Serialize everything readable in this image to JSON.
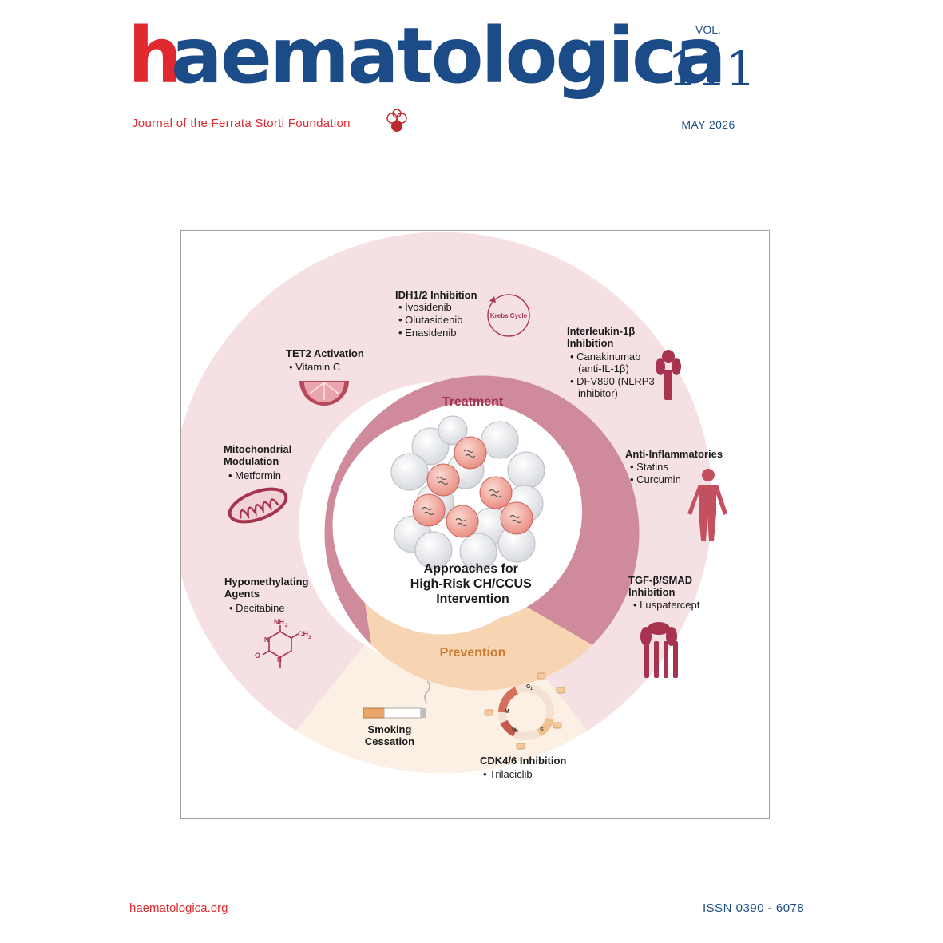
{
  "masthead": {
    "logo_initial": "h",
    "logo_rest": "aematologica",
    "subtitle": "Journal of the Ferrata Storti Foundation",
    "vol_label": "VOL.",
    "vol_number": "111",
    "date": "MAY 2026"
  },
  "diagram": {
    "center_title": [
      "Approaches for",
      "High-Risk CH/CCUS",
      "Intervention"
    ],
    "ring_treatment": "Treatment",
    "ring_prevention": "Prevention",
    "krebs_label": "Krebs Cycle",
    "colors": {
      "treatment_ring": "#cf8a9b",
      "outer_ring": "#f5e1e4",
      "prevention_ring": "#f7d4b2",
      "prevention_outer": "#fcefe3",
      "icon": "#a8334f"
    },
    "treatment_items": [
      {
        "title": [
          "IDH1/2 Inhibition"
        ],
        "items": [
          "Ivosidenib",
          "Olutasidenib",
          "Enasidenib"
        ],
        "icon": "krebs-cycle-icon"
      },
      {
        "title": [
          "Interleukin-1β",
          "Inhibition"
        ],
        "items": [
          "Canakinumab",
          "(anti-IL-1β)",
          "DFV890 (NLRP3",
          "inhibitor)"
        ],
        "icon": "receptor-icon"
      },
      {
        "title": [
          "Anti-Inflammatories"
        ],
        "items": [
          "Statins",
          "Curcumin"
        ],
        "icon": "human-body-icon"
      },
      {
        "title": [
          "TGF-β/SMAD",
          "Inhibition"
        ],
        "items": [
          "Luspatercept"
        ],
        "icon": "tgf-receptor-icon"
      },
      {
        "title": [
          "TET2 Activation"
        ],
        "items": [
          "Vitamin C"
        ],
        "icon": "citrus-slice-icon"
      },
      {
        "title": [
          "Mitochondrial",
          "Modulation"
        ],
        "items": [
          "Metformin"
        ],
        "icon": "mitochondrion-icon"
      },
      {
        "title": [
          "Hypomethylating",
          "Agents"
        ],
        "items": [
          "Decitabine"
        ],
        "icon": "decitabine-molecule-icon"
      }
    ],
    "molecule_labels": [
      "NH",
      "2",
      "CH",
      "3",
      "O",
      "N",
      "N"
    ],
    "prevention_items": [
      {
        "title": [
          "Smoking",
          "Cessation"
        ],
        "items": [],
        "icon": "cigarette-icon"
      },
      {
        "title": [
          "CDK4/6 Inhibition"
        ],
        "items": [
          "Trilaciclib"
        ],
        "icon": "cell-cycle-icon"
      }
    ],
    "cell_cycle_labels": [
      "G",
      "1",
      "S",
      "G",
      "2",
      "M"
    ]
  },
  "footer": {
    "website": "haematologica.org",
    "issn": "ISSN 0390 - 6078"
  }
}
